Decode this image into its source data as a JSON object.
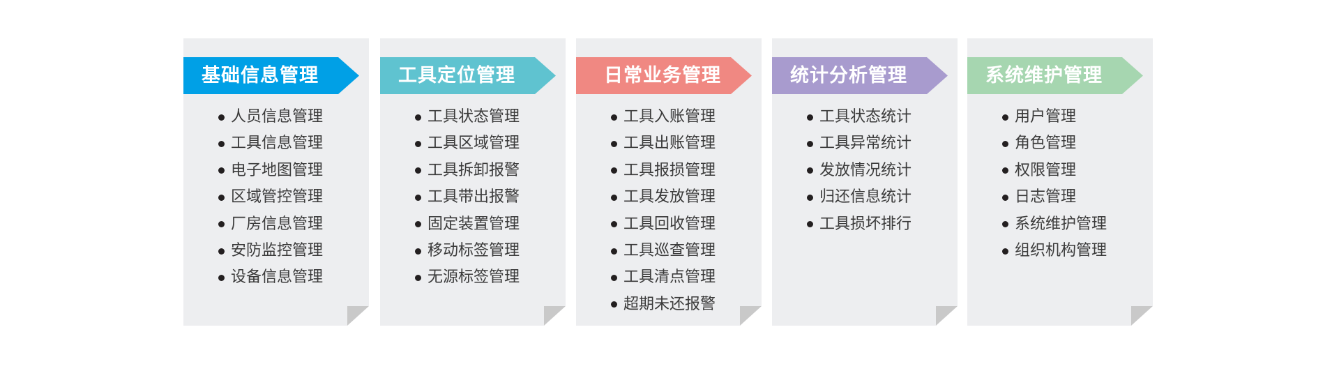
{
  "cards": [
    {
      "title": "基础信息管理",
      "color": "#00A0E6",
      "items": [
        "人员信息管理",
        "工具信息管理",
        "电子地图管理",
        "区域管控管理",
        "厂房信息管理",
        "安防监控管理",
        "设备信息管理"
      ]
    },
    {
      "title": "工具定位管理",
      "color": "#5FC3D0",
      "items": [
        "工具状态管理",
        "工具区域管理",
        "工具拆卸报警",
        "工具带出报警",
        "固定装置管理",
        "移动标签管理",
        "无源标签管理"
      ]
    },
    {
      "title": "日常业务管理",
      "color": "#F08882",
      "items": [
        "工具入账管理",
        "工具出账管理",
        "工具报损管理",
        "工具发放管理",
        "工具回收管理",
        "工具巡查管理",
        "工具清点管理",
        "超期未还报警"
      ]
    },
    {
      "title": "统计分析管理",
      "color": "#A89BCE",
      "items": [
        "工具状态统计",
        "工具异常统计",
        "发放情况统计",
        "归还信息统计",
        "工具损坏排行"
      ]
    },
    {
      "title": "系统维护管理",
      "color": "#A6D6B0",
      "items": [
        "用户管理",
        "角色管理",
        "权限管理",
        "日志管理",
        "系统维护管理",
        "组织机构管理"
      ]
    }
  ],
  "colors": {
    "card_bg": "#EDEEF0",
    "fold": "#C9C9C9",
    "item_text": "#3A3A3A",
    "bullet": "#231F20",
    "banner_text": "#FFFFFF"
  }
}
